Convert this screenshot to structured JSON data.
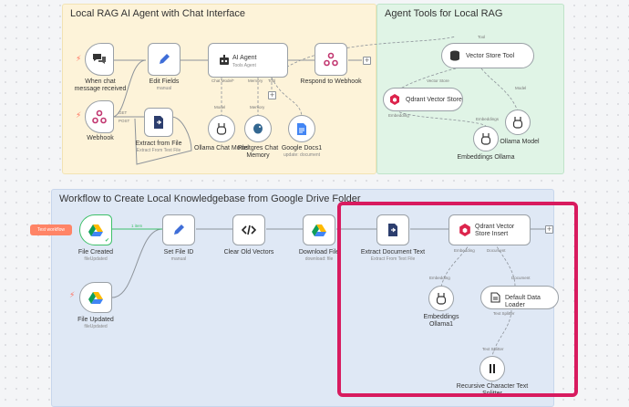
{
  "groups": {
    "rag": "Local RAG AI Agent with Chat Interface",
    "tools": "Agent Tools for Local RAG",
    "workflow": "Workflow to Create Local Knowledgebase from Google Drive Folder"
  },
  "nodes": {
    "chat_trigger": "When chat message received",
    "webhook": "Webhook",
    "edit_fields": {
      "title": "Edit Fields",
      "sub": "manual"
    },
    "extract_file": {
      "title": "Extract from File",
      "sub": "Extract From Text File"
    },
    "ai_agent": {
      "title": "AI Agent",
      "sub": "Tools Agent"
    },
    "respond": "Respond to Webhook",
    "ollama_chat": "Ollama Chat Model",
    "postgres": "Postgres Chat Memory",
    "gdocs": {
      "title": "Google Docs1",
      "sub": "update: document"
    },
    "vector_tool": "Vector Store Tool",
    "qdrant_vs": "Qdrant Vector Store",
    "ollama_model": "Ollama Model",
    "emb_ollama": "Embeddings Ollama",
    "file_created": {
      "title": "File Created",
      "sub": "fileUpdated"
    },
    "file_updated": {
      "title": "File Updated",
      "sub": "fileUpdated"
    },
    "set_file_id": {
      "title": "Set File ID",
      "sub": "manual"
    },
    "clear_old": "Clear Old Vectors",
    "download": {
      "title": "Download File",
      "sub": "download: file"
    },
    "extract_doc": {
      "title": "Extract Document Text",
      "sub": "Extract From Text File"
    },
    "qdrant_insert": "Qdrant Vector Store Insert",
    "emb_ollama1": "Embeddings Ollama1",
    "default_loader": "Default Data Loader",
    "splitter": "Recursive Character Text Splitter"
  },
  "ports": {
    "chat_model": "Chat Model*",
    "memory": "Memory",
    "tool": "Tool",
    "model": "Model",
    "tool2": "Tool",
    "vector_store": "Vector Store",
    "model2": "Model",
    "embedding": "Embedding",
    "embeddings": "Embeddings",
    "embedding2": "Embedding",
    "document": "Document",
    "text_splitter": "Text Splitter",
    "text_splitter2": "Text Splitter"
  },
  "wire_labels": {
    "get": "GET",
    "post": "POST",
    "items": "1 item"
  },
  "test_workflow": "Test workflow",
  "colors": {
    "rag_bg": "#fdf3d9",
    "tools_bg": "#e0f4e6",
    "workflow_bg": "#dfe8f5",
    "highlight": "#d81b5f",
    "trigger": "#ff6d5a",
    "n8n_blue": "#3f6ed8",
    "qdrant": "#dc244c"
  }
}
